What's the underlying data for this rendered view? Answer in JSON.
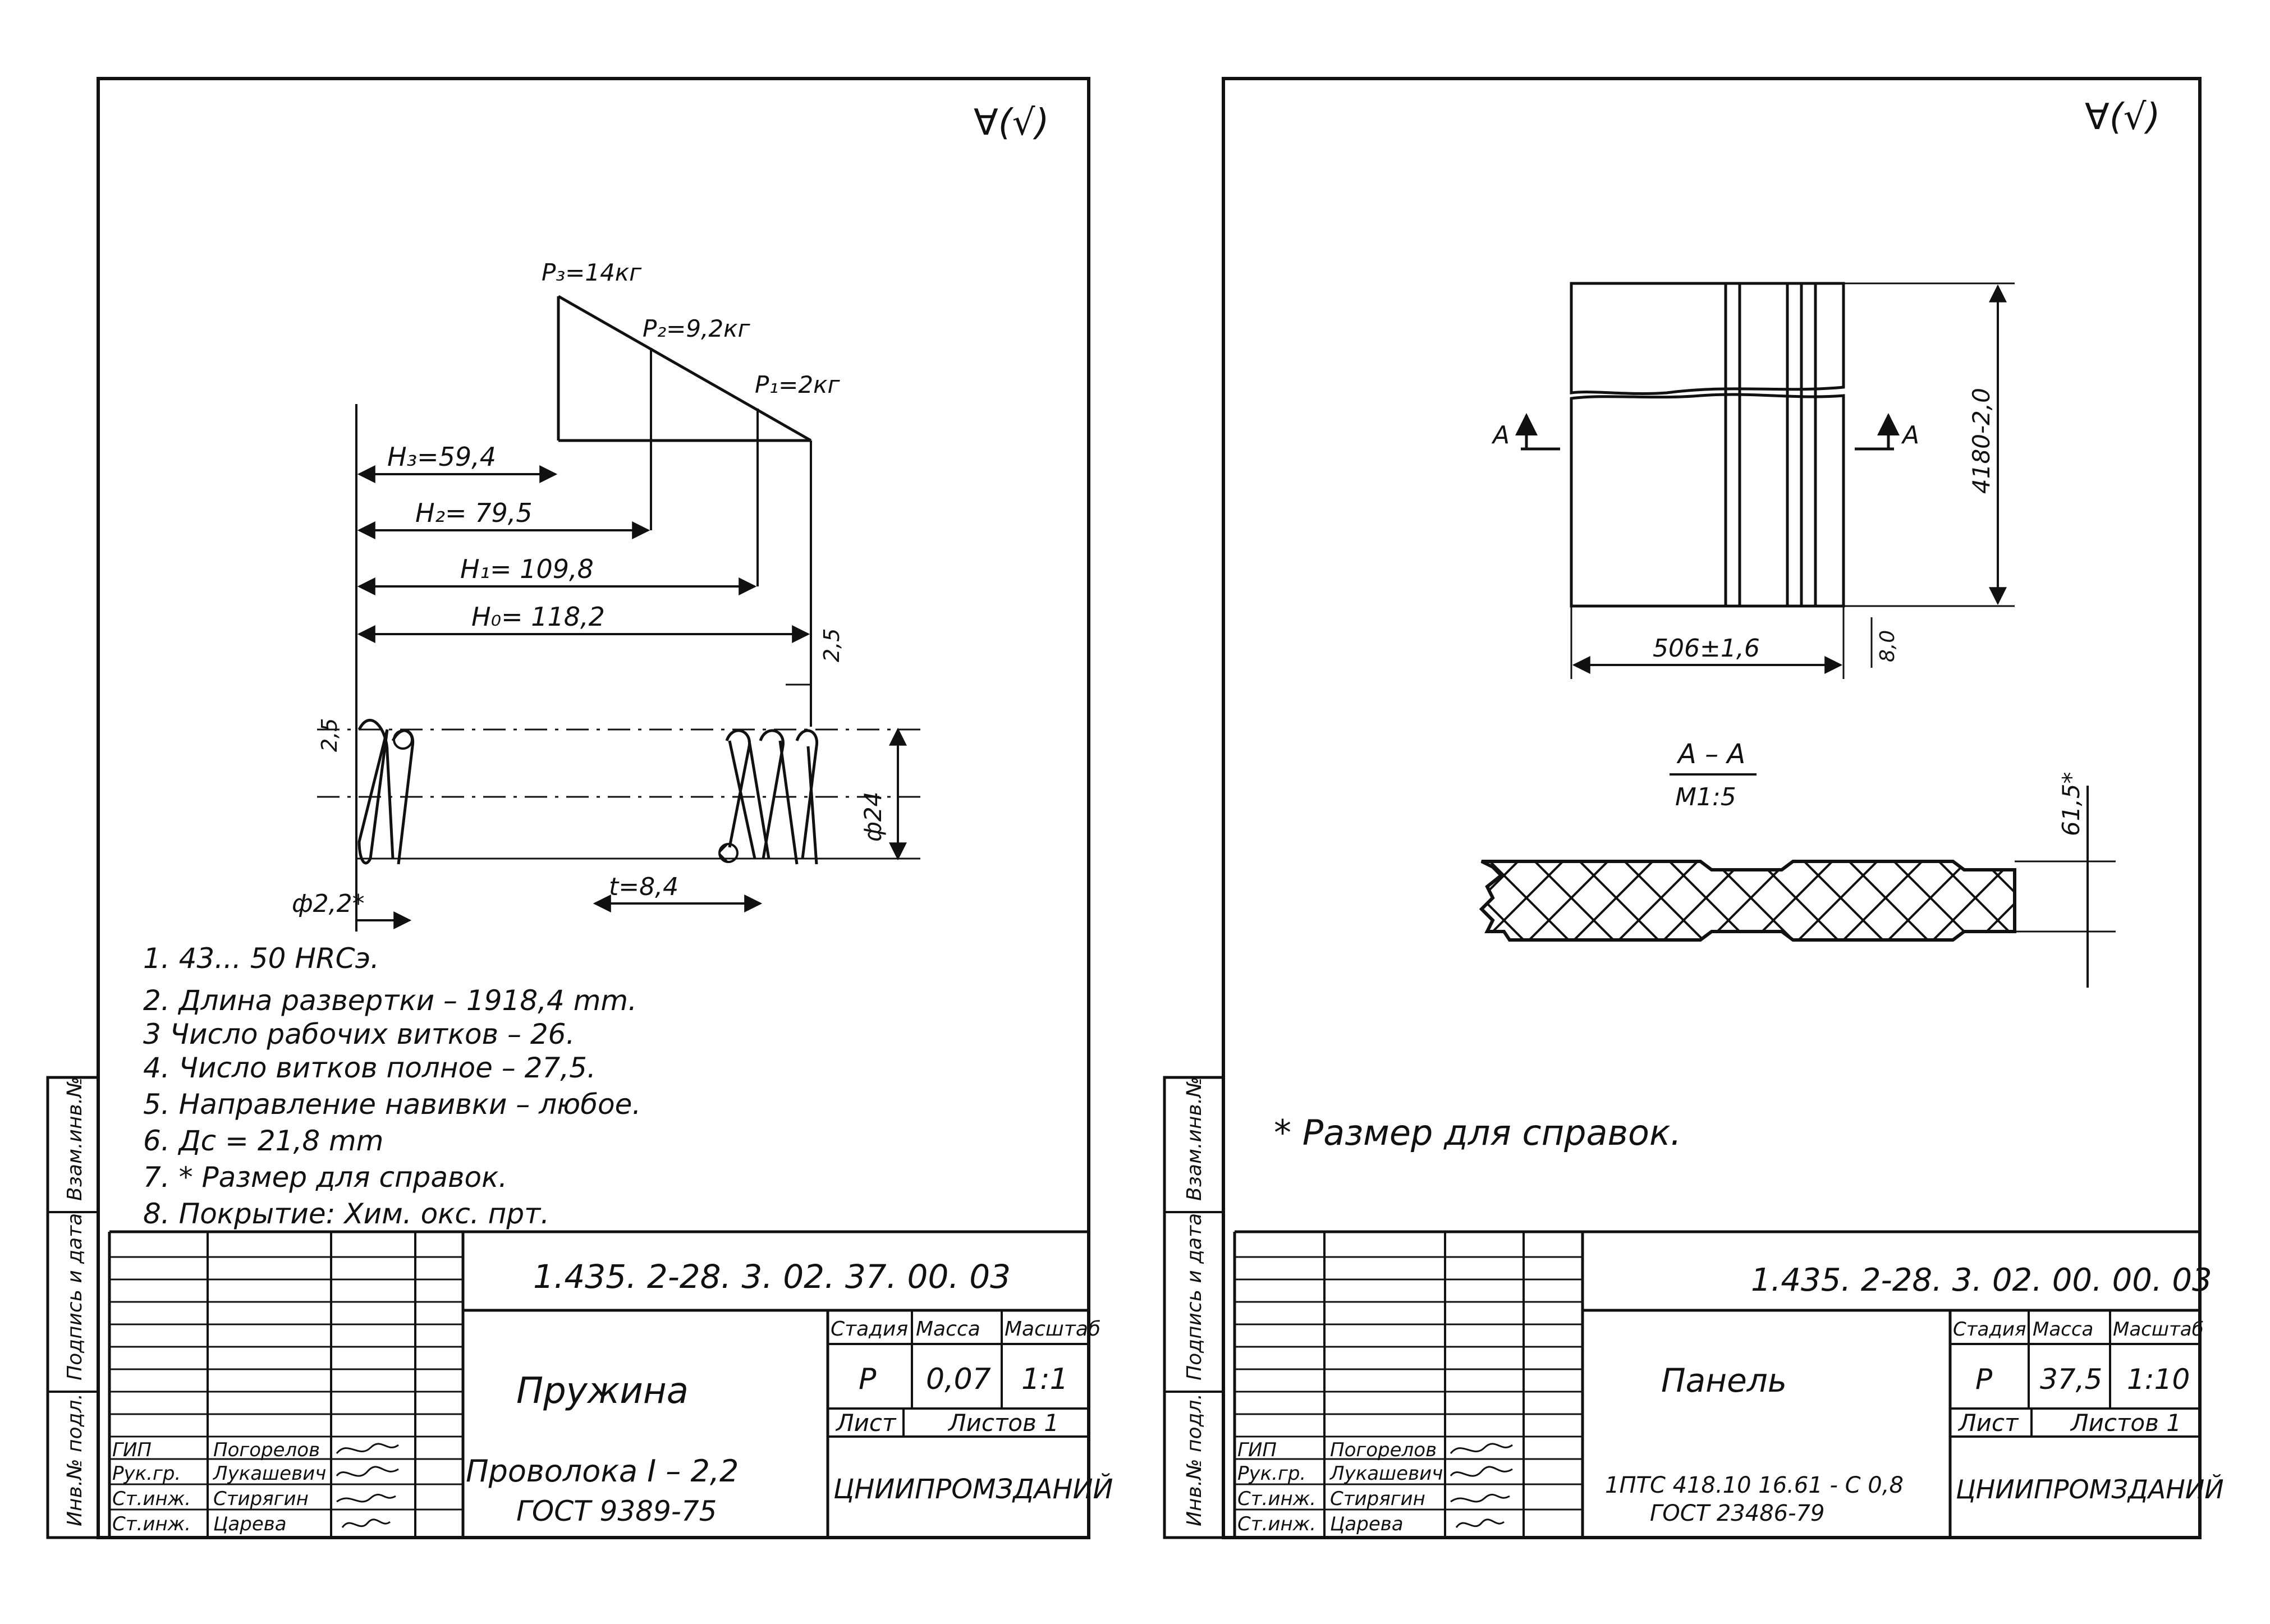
{
  "left_sheet": {
    "roughness": "∀(√)",
    "forces": {
      "p3": "P₃=14кг",
      "p2": "P₂=9,2кг",
      "p1": "P₁=2кг"
    },
    "heights": {
      "h3": "H₃=59,4",
      "h2": "H₂= 79,5",
      "h1": "H₁= 109,8",
      "h0": "H₀= 118,2"
    },
    "dims": {
      "gap_top": "2,5",
      "gap_left": "2,5",
      "dia_outer": "ф24",
      "wire": "ф2,2*",
      "pitch": "t=8,4"
    },
    "notes": [
      "1.  43... 50  HRCэ.",
      "2.  Длина  развертки – 1918,4 mm.",
      "3  Число  рабочих  витков – 26.",
      "4.  Число  витков  полное – 27,5.",
      "5.  Направление  навивки – любое.",
      "6.  Дс  =  21,8  mm",
      "7.  * Размер  для  справок.",
      "8.  Покрытие:  Хим.  окс.  прт."
    ],
    "side_labels": [
      "Инв.№ подл.",
      "Подпись и дата",
      "Взам.инв.№"
    ],
    "title_block": {
      "code": "1.435. 2-28. 3. 02. 37. 00. 03",
      "name": "Пружина",
      "material": "Проволока  I – 2,2",
      "standard": "ГОСТ  9389-75",
      "headers": {
        "stage": "Стадия",
        "mass": "Масса",
        "scale": "Масштаб"
      },
      "values": {
        "stage": "Р",
        "mass": "0,07",
        "scale": "1:1"
      },
      "sheet": "Лист",
      "sheets": "Листов 1",
      "org": "ЦНИИПРОМЗДАНИЙ",
      "roles": [
        "ГИП",
        "Рук.гр.",
        "Ст.инж.",
        "Ст.инж."
      ],
      "people": [
        "Погорелов",
        "Лукашевич",
        "Стирягин",
        "Царева"
      ]
    }
  },
  "right_sheet": {
    "roughness": "∀(√)",
    "section_mark": "А",
    "dims": {
      "height": "4180-2,0",
      "width": "506±1,6",
      "right_small": "8,0",
      "thickness": "61,5*"
    },
    "section_title": "А – А",
    "section_scale": "М1:5",
    "note": "* Размер  для   справок.",
    "side_labels": [
      "Инв.№ подл.",
      "Подпись и дата",
      "Взам.инв.№"
    ],
    "title_block": {
      "code": "1.435. 2-28. 3. 02. 00. 00. 03",
      "name": "Панель",
      "material": "1ПТС 418.10 16.61 - С 0,8",
      "standard": "ГОСТ 23486-79",
      "headers": {
        "stage": "Стадия",
        "mass": "Масса",
        "scale": "Масштаб"
      },
      "values": {
        "stage": "Р",
        "mass": "37,5",
        "scale": "1:10"
      },
      "sheet": "Лист",
      "sheets": "Листов 1",
      "org": "ЦНИИПРОМЗДАНИЙ",
      "roles": [
        "ГИП",
        "Рук.гр.",
        "Ст.инж.",
        "Ст.инж."
      ],
      "people": [
        "Погорелов",
        "Лукашевич",
        "Стирягин",
        "Царева"
      ]
    }
  }
}
